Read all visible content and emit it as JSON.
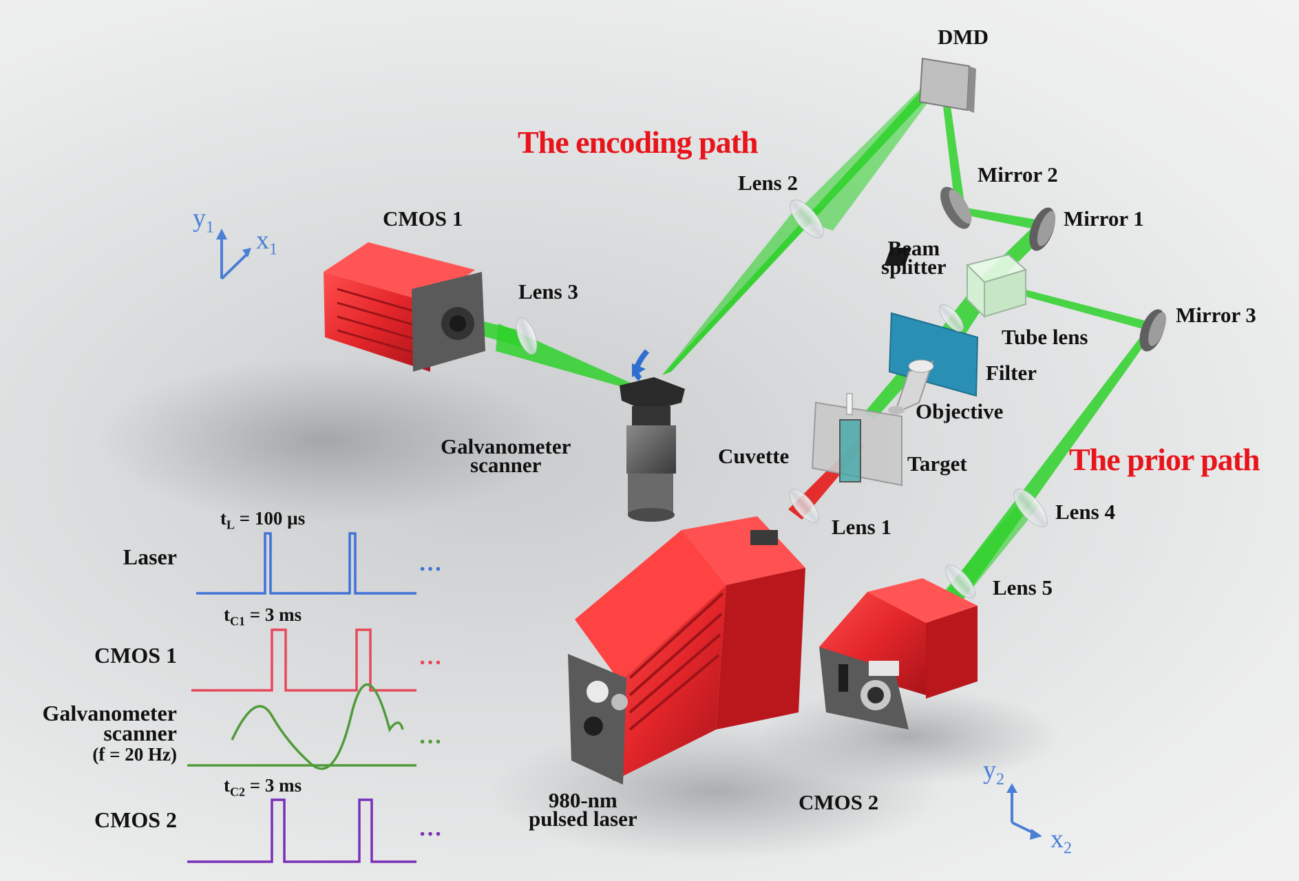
{
  "titles": {
    "encoding_path": "The encoding path",
    "prior_path": "The prior path"
  },
  "components": {
    "dmd": "DMD",
    "mirror2": "Mirror 2",
    "mirror1": "Mirror 1",
    "mirror3": "Mirror 3",
    "lens2": "Lens 2",
    "lens3": "Lens 3",
    "lens1": "Lens 1",
    "lens4": "Lens 4",
    "lens5": "Lens 5",
    "cmos1": "CMOS 1",
    "cmos2": "CMOS 2",
    "beam_splitter_1": "Beam",
    "beam_splitter_2": "splitter",
    "tube_lens": "Tube lens",
    "filter": "Filter",
    "objective": "Objective",
    "cuvette": "Cuvette",
    "target": "Target",
    "galvo_1": "Galvanometer",
    "galvo_2": "scanner",
    "laser_1": "980-nm",
    "laser_2": "pulsed laser"
  },
  "axes": {
    "set1": {
      "y": "y",
      "y_sub": "1",
      "x": "x",
      "x_sub": "1"
    },
    "set2": {
      "y": "y",
      "y_sub": "2",
      "x": "x",
      "x_sub": "2"
    }
  },
  "timing": {
    "rows": [
      {
        "label": "Laser",
        "color": "#3f72d8"
      },
      {
        "label": "CMOS 1",
        "color": "#e8475a"
      },
      {
        "label_1": "Galvanometer",
        "label_2": "scanner",
        "label_3": "(f = 20 Hz)",
        "color": "#4f9a3a"
      },
      {
        "label": "CMOS 2",
        "color": "#7a2fb8"
      }
    ],
    "ellipsis": "…",
    "tL": {
      "t": "t",
      "sub": "L",
      "rest": " = 100 µs"
    },
    "tC1": {
      "t": "t",
      "sub": "C1",
      "rest": " = 3 ms"
    },
    "tC2": {
      "t": "t",
      "sub": "C2",
      "rest": " = 3 ms"
    }
  },
  "colors": {
    "beam_green": "#2ed12a",
    "beam_red": "#e51a1a",
    "housing_red": "#e3262a",
    "title_red": "#e8141b",
    "axis_blue": "#4a7fd6"
  }
}
